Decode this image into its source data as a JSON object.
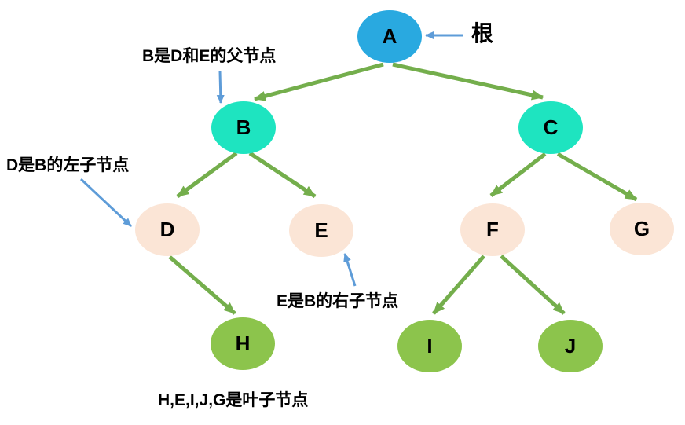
{
  "diagram": {
    "kind": "binary-tree",
    "background": "#FFFFFF"
  },
  "tree": {
    "nodes": [
      {
        "id": "A",
        "label": "A",
        "level": 0,
        "role": "root"
      },
      {
        "id": "B",
        "label": "B",
        "level": 1,
        "role": "internal"
      },
      {
        "id": "C",
        "label": "C",
        "level": 1,
        "role": "internal"
      },
      {
        "id": "D",
        "label": "D",
        "level": 2,
        "role": "internal"
      },
      {
        "id": "E",
        "label": "E",
        "level": 2,
        "role": "leaf"
      },
      {
        "id": "F",
        "label": "F",
        "level": 2,
        "role": "internal"
      },
      {
        "id": "G",
        "label": "G",
        "level": 2,
        "role": "leaf"
      },
      {
        "id": "H",
        "label": "H",
        "level": 3,
        "role": "leaf"
      },
      {
        "id": "I",
        "label": "I",
        "level": 3,
        "role": "leaf"
      },
      {
        "id": "J",
        "label": "J",
        "level": 3,
        "role": "leaf"
      }
    ],
    "edges": [
      {
        "from": "A",
        "to": "B"
      },
      {
        "from": "A",
        "to": "C"
      },
      {
        "from": "B",
        "to": "D"
      },
      {
        "from": "B",
        "to": "E"
      },
      {
        "from": "C",
        "to": "F"
      },
      {
        "from": "C",
        "to": "G"
      },
      {
        "from": "D",
        "to": "H"
      },
      {
        "from": "F",
        "to": "I"
      },
      {
        "from": "F",
        "to": "J"
      }
    ]
  },
  "annotations": {
    "root_label": "根",
    "parent_note": "B是D和E的父节点",
    "left_child_note": "D是B的左子节点",
    "right_child_note": "E是B的右子节点",
    "leaves_note": "H,E,I,J,G是叶子节点"
  },
  "colors": {
    "root_fill": "#29A9E0",
    "branch_fill": "#1EE4C0",
    "mid_fill": "#FBE5D6",
    "leaf_fill": "#8CC44C",
    "edge_arrow": "#74AE4C",
    "note_arrow": "#5E9CD8",
    "text": "#000000"
  }
}
